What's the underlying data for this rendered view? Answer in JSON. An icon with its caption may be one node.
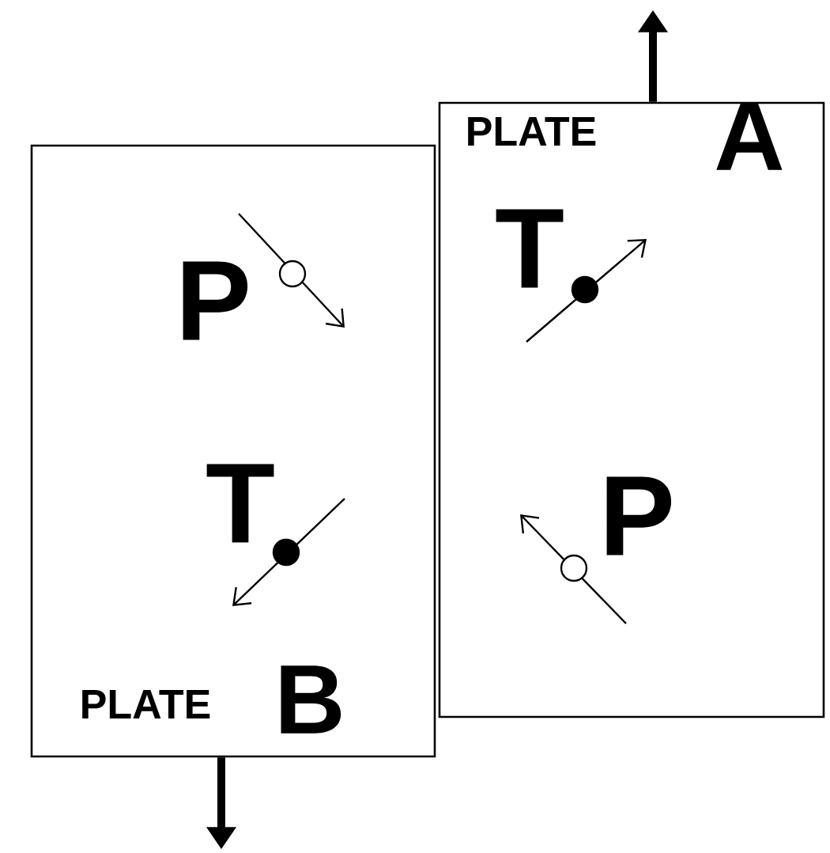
{
  "diagram": {
    "nodes": [
      {
        "text": [
          "PLATE",
          "A"
        ]
      },
      {
        "text": [
          "PLATE",
          "B"
        ]
      }
    ],
    "edges": [
      {
        "from": 0,
        "to": null,
        "arrow": "to"
      },
      {
        "from": 1,
        "to": null,
        "arrow": "to"
      }
    ],
    "labels": [
      "T",
      "P",
      "T",
      "P"
    ]
  }
}
